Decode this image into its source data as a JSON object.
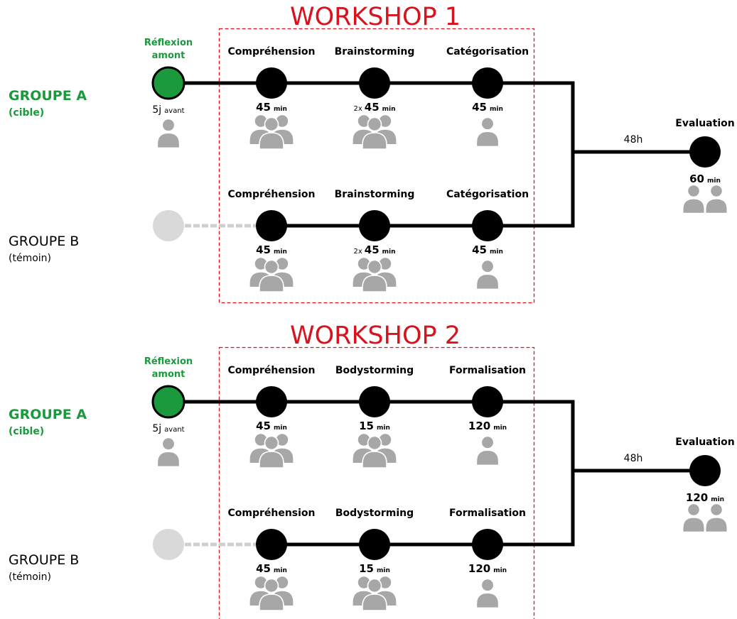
{
  "colors": {
    "workshop_red": "#d7131e",
    "group_a_green": "#1a9a3c",
    "reflexion_dot": "#1a9a3c",
    "placeholder_dot": "#d9d9d9",
    "node": "#000000",
    "person": "#a7a7a7"
  },
  "workshops": [
    {
      "title": "WORKSHOP 1",
      "group_a": {
        "label": "GROUPE A",
        "sublabel": "(cible)",
        "reflexion": {
          "line1": "Réflexion",
          "line2": "amont",
          "days": "5j",
          "days_sub": "avant",
          "people": 1
        },
        "steps": [
          {
            "name": "Compréhension",
            "prefix": "",
            "value": "45",
            "unit": "min",
            "people": 3
          },
          {
            "name": "Brainstorming",
            "prefix": "2x",
            "value": "45",
            "unit": "min",
            "people": 3
          },
          {
            "name": "Catégorisation",
            "prefix": "",
            "value": "45",
            "unit": "min",
            "people": 1
          }
        ]
      },
      "group_b": {
        "label": "GROUPE B",
        "sublabel": "(témoin)",
        "steps": [
          {
            "name": "Compréhension",
            "prefix": "",
            "value": "45",
            "unit": "min",
            "people": 3
          },
          {
            "name": "Brainstorming",
            "prefix": "2x",
            "value": "45",
            "unit": "min",
            "people": 3
          },
          {
            "name": "Catégorisation",
            "prefix": "",
            "value": "45",
            "unit": "min",
            "people": 1
          }
        ]
      },
      "delay": "48h",
      "evaluation": {
        "name": "Evaluation",
        "value": "60",
        "unit": "min",
        "people": 2
      }
    },
    {
      "title": "WORKSHOP 2",
      "group_a": {
        "label": "GROUPE A",
        "sublabel": "(cible)",
        "reflexion": {
          "line1": "Réflexion",
          "line2": "amont",
          "days": "5j",
          "days_sub": "avant",
          "people": 1
        },
        "steps": [
          {
            "name": "Compréhension",
            "prefix": "",
            "value": "45",
            "unit": "min",
            "people": 3
          },
          {
            "name": "Bodystorming",
            "prefix": "",
            "value": "15",
            "unit": "min",
            "people": 3
          },
          {
            "name": "Formalisation",
            "prefix": "",
            "value": "120",
            "unit": "min",
            "people": 1
          }
        ]
      },
      "group_b": {
        "label": "GROUPE B",
        "sublabel": "(témoin)",
        "steps": [
          {
            "name": "Compréhension",
            "prefix": "",
            "value": "45",
            "unit": "min",
            "people": 3
          },
          {
            "name": "Bodystorming",
            "prefix": "",
            "value": "15",
            "unit": "min",
            "people": 3
          },
          {
            "name": "Formalisation",
            "prefix": "",
            "value": "120",
            "unit": "min",
            "people": 1
          }
        ]
      },
      "delay": "48h",
      "evaluation": {
        "name": "Evaluation",
        "value": "120",
        "unit": "min",
        "people": 2
      }
    }
  ]
}
